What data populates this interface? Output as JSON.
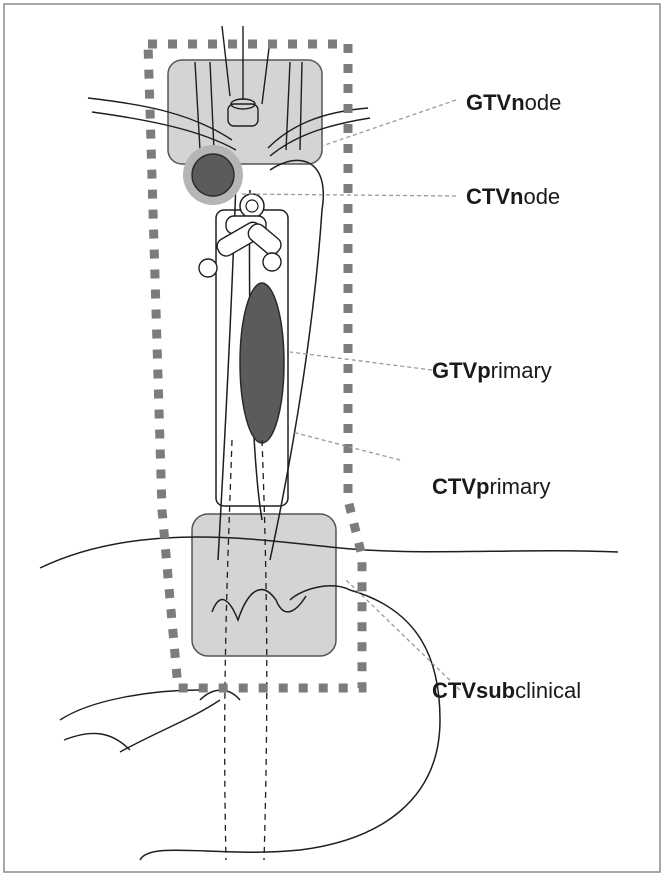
{
  "labels": {
    "gtv_node": {
      "bold": "GTVn",
      "rest": "ode"
    },
    "ctv_node": {
      "bold": "CTVn",
      "rest": "ode"
    },
    "gtv_primary": {
      "bold": "GTVp",
      "rest": "rimary"
    },
    "ctv_primary": {
      "bold": "CTVp",
      "rest": "rimary"
    },
    "ctv_subclinical": {
      "bold": "CTVsub",
      "rest": "clinical"
    }
  },
  "colors": {
    "frame": "#8a8a8a",
    "ptv_dash": "#7c7c7c",
    "gtv_fill": "#5b5b5b",
    "ctv_node_halo": "#b5b5b5",
    "region_fill": "#d4d4d4",
    "line": "#1e1e1e",
    "leader": "#9a9a9a"
  }
}
